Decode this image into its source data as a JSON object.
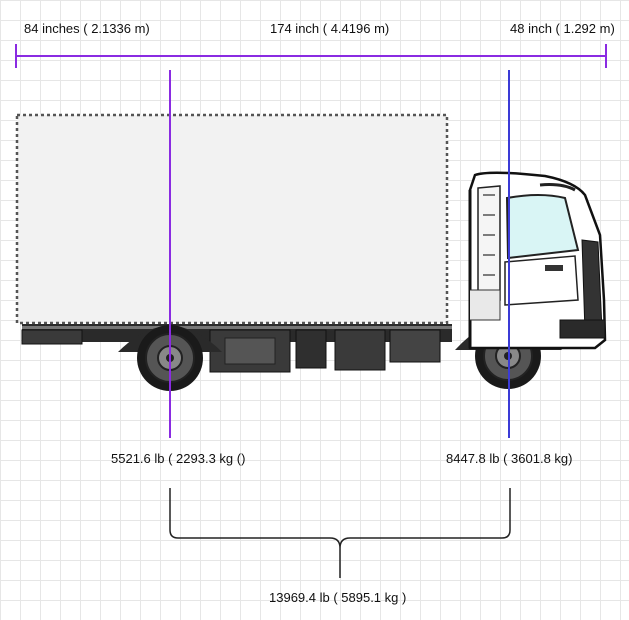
{
  "dimensions": {
    "rear_overhang": "84 inches ( 2.1336 m)",
    "wheelbase": "174 inch ( 4.4196 m)",
    "front_overhang": "48 inch ( 1.292 m)"
  },
  "loads": {
    "rear_axle": "5521.6 lb ( 2293.3 kg ()",
    "front_axle": "8447.8 lb ( 3601.8 kg)",
    "total": "13969.4 lb (  5895.1 kg )"
  },
  "colors": {
    "dimension_line": "#8a2be2",
    "rear_axle_line": "#8a2be2",
    "front_axle_line": "#3b3bd6",
    "box_fill": "#f2f2f2",
    "box_border": "#555555",
    "window_tint": "#d9f5f5"
  }
}
